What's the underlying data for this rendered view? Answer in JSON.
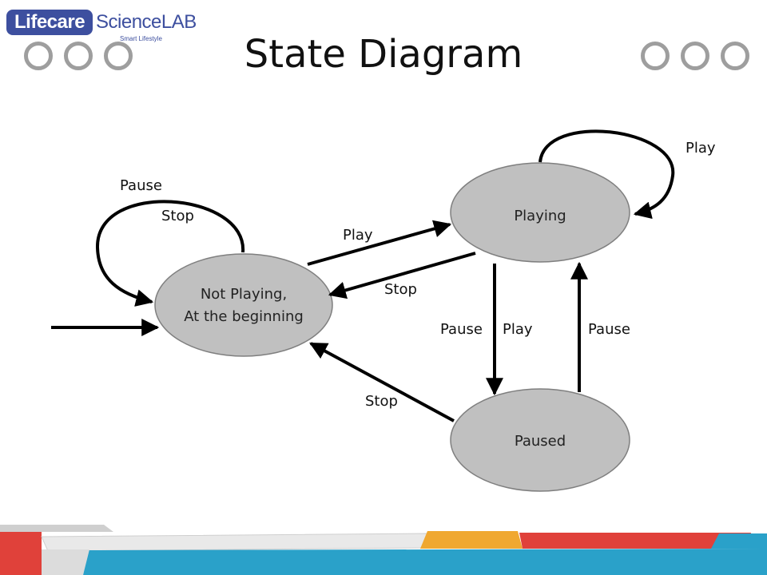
{
  "logo": {
    "brand_part1": "Lifecare",
    "brand_part2": "ScienceLAB",
    "tagline": "Smart Lifestyle"
  },
  "title": "State Diagram",
  "states": {
    "not_playing": {
      "line1": "Not Playing,",
      "line2": "At the beginning"
    },
    "playing": "Playing",
    "paused": "Paused"
  },
  "transitions": {
    "not_playing_self_pause": "Pause",
    "not_playing_self_stop": "Stop",
    "not_playing_to_playing": "Play",
    "playing_to_not_playing": "Stop",
    "playing_self": "Play",
    "playing_to_paused_pause": "Pause",
    "playing_to_paused_play": "Play",
    "paused_to_playing": "Pause",
    "paused_to_not_playing": "Stop"
  },
  "colors": {
    "state_fill": "#c0c0c0",
    "state_stroke": "#7f7f7f",
    "arrow": "#000000",
    "brand_blue": "#3d4f9f",
    "decor_circle": "#9e9e9e",
    "footer_blue": "#2aa1c9",
    "footer_orange": "#f0a830",
    "footer_red": "#e0413a",
    "footer_gray": "#cfcfcf"
  }
}
